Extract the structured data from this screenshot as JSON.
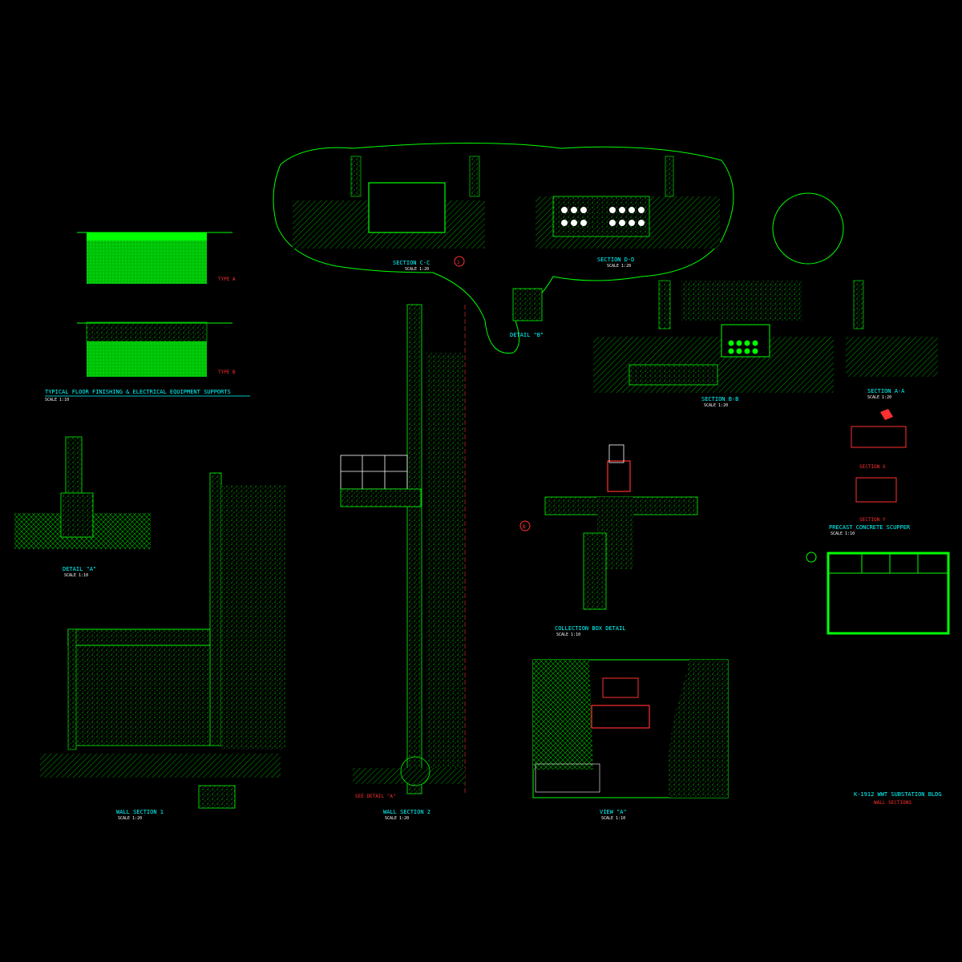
{
  "drawing": {
    "title_block": {
      "project": "K-1912 WWT SUBSTATION BLDG",
      "sheet": "WALL SECTIONS"
    },
    "views": {
      "floor_finishing": {
        "title": "TYPICAL FLOOR FINISHING & ELECTRICAL EQUIPMENT SUPPORTS",
        "scale": "SCALE 1:10",
        "type_a": "TYPE A",
        "type_b": "TYPE B"
      },
      "section_cc": {
        "title": "SECTION C-C",
        "scale": "SCALE 1:20",
        "marker": "1"
      },
      "section_dd": {
        "title": "SECTION D-D",
        "scale": "SCALE 1:20"
      },
      "detail_b": {
        "title": "DETAIL \"B\""
      },
      "section_bb": {
        "title": "SECTION B-B",
        "scale": "SCALE 1:20"
      },
      "section_aa": {
        "title": "SECTION A-A",
        "scale": "SCALE 1:20"
      },
      "detail_a": {
        "title": "DETAIL \"A\"",
        "scale": "SCALE 1:10"
      },
      "wall_section_1": {
        "title": "WALL SECTION 1",
        "scale": "SCALE 1:20"
      },
      "wall_section_2": {
        "title": "WALL SECTION 2",
        "scale": "SCALE 1:20",
        "see_detail": "SEE DETAIL \"A\""
      },
      "collection_box": {
        "title": "COLLECTION BOX DETAIL",
        "scale": "SCALE 1:10",
        "marker": "B"
      },
      "view_a": {
        "title": "VIEW \"A\"",
        "scale": "SCALE 1:10"
      },
      "precast_scupper": {
        "title": "PRECAST CONCRETE SCUPPER",
        "scale": "SCALE 1:10",
        "section_x": "SECTION X",
        "section_y": "SECTION Y"
      }
    },
    "colors": {
      "background": "#000000",
      "linework": "#00ff00",
      "text": "#00ffff",
      "accent": "#ff3030",
      "leader": "#ff00ff",
      "white": "#ffffff"
    }
  }
}
